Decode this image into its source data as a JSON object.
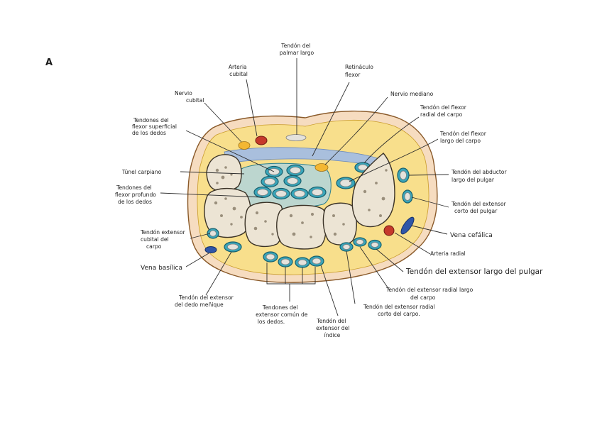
{
  "figure": {
    "panel_letter": "A",
    "labels": {
      "palmaris": [
        "Tendón del",
        "palmar largo"
      ],
      "ulnar_artery": [
        "Arteria",
        "cubital"
      ],
      "flexor_retinaculum": [
        "Retináculo",
        "flexor"
      ],
      "ulnar_nerve": [
        "Nervio",
        "cubital"
      ],
      "median_nerve": [
        "Nervio mediano"
      ],
      "fds": [
        "Tendones del",
        "flexor superficial",
        "de los dedos"
      ],
      "fcr": [
        "Tendón del flexor",
        "radial del carpo"
      ],
      "fpl": [
        "Tendón del flexor",
        "largo del carpo"
      ],
      "carpal_tunnel": [
        "Túnel carpiano"
      ],
      "apl": [
        "Tendón del abductor",
        "largo del pulgar"
      ],
      "fdp": [
        "Tendones del",
        "flexor profundo",
        "de los dedos"
      ],
      "epb": [
        "Tendón del extensor",
        "corto del pulgar"
      ],
      "ecu": [
        "Tendón extensor",
        "cubital del",
        "carpo"
      ],
      "cephalic": [
        "Vena cefálica"
      ],
      "radial_artery": [
        "Arteria radial"
      ],
      "basilic": [
        "Vena basílica"
      ],
      "epl": [
        "Tendón del extensor largo del pulgar"
      ],
      "ecrl": [
        "Tendón del extensor radial largo",
        "del carpo"
      ],
      "edm": [
        "Tendón del extensor",
        "del dedo meñique"
      ],
      "ecrb": [
        "Tendón del extensor radial",
        "corto del carpo."
      ],
      "edc": [
        "Tendones del",
        "extensor común de",
        "los dedos."
      ],
      "ei": [
        "Tendón del",
        "extensor del",
        "índice"
      ]
    },
    "colors": {
      "skin": "#f6dcc0",
      "skin_outline": "#8a5a2a",
      "fat": "#f8df8c",
      "synovial_sheath": "#3aa5b9",
      "retinaculum": "#a9bfdd",
      "bone": "#ece4d4",
      "artery": "#c5392b",
      "vein": "#2f56a8",
      "nerve": "#f3b733"
    }
  }
}
